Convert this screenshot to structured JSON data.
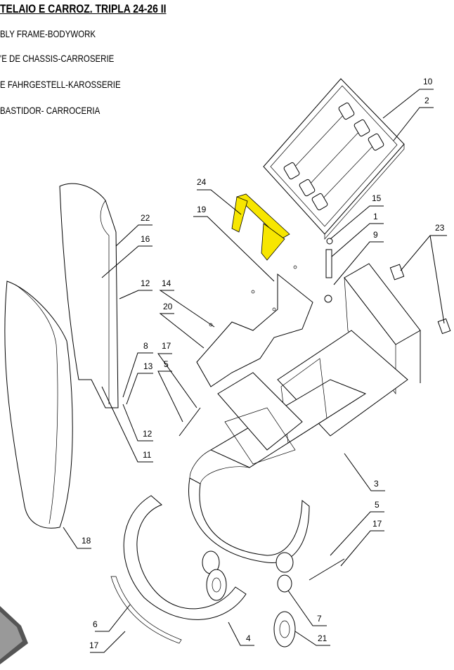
{
  "header": {
    "title": "TELAIO E CARROZ. TRIPLA 24-26 II",
    "subtitles": [
      "BLY FRAME-BODYWORK",
      "'E DE CHASSIS-CARROSERIE",
      "E FAHRGESTELL-KAROSSERIE",
      "BASTIDOR- CARROCERIA"
    ]
  },
  "highlight_color": "#f7e600",
  "callouts": [
    "10",
    "2",
    "24",
    "19",
    "15",
    "1",
    "9",
    "23",
    "22",
    "16",
    "12",
    "14",
    "20",
    "8",
    "13",
    "17",
    "5",
    "12",
    "11",
    "3",
    "5",
    "17",
    "18",
    "7",
    "6",
    "17",
    "4",
    "21"
  ]
}
